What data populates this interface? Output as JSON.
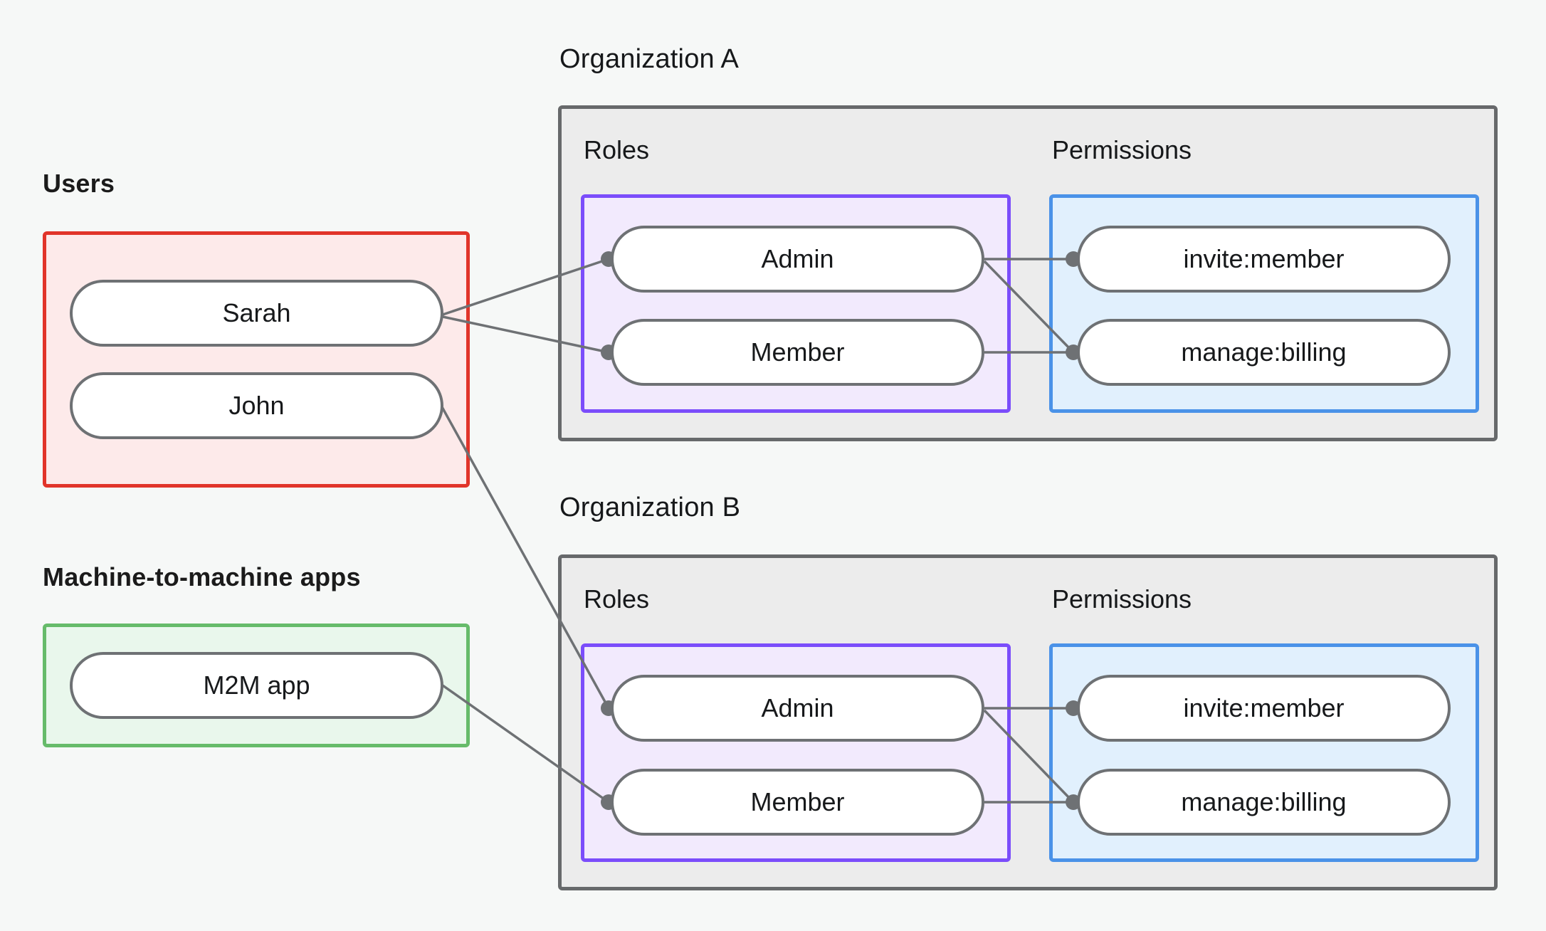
{
  "diagram": {
    "background_color": "#f6f8f7",
    "title_hidden": true
  },
  "colors": {
    "users_border": "#e1342a",
    "users_fill": "#fdeaea",
    "m2m_border": "#66bb6a",
    "m2m_fill": "#e9f7ec",
    "org_border": "#67696b",
    "org_fill": "#ececec",
    "roles_border": "#7b4dfb",
    "roles_fill": "#f2eafd",
    "perms_border": "#4a92e8",
    "perms_fill": "#e1f0fd",
    "node_border": "#6e7174",
    "node_fill": "#ffffff",
    "edge_stroke": "#6e7174",
    "text": "#17191b"
  },
  "left_column": {
    "users": {
      "heading": "Users",
      "nodes": [
        {
          "label": "Sarah"
        },
        {
          "label": "John"
        }
      ]
    },
    "m2m": {
      "heading": "Machine-to-machine apps",
      "nodes": [
        {
          "label": "M2M app"
        }
      ]
    }
  },
  "organizations": [
    {
      "title": "Organization A",
      "roles": {
        "label": "Roles",
        "nodes": [
          {
            "label": "Admin"
          },
          {
            "label": "Member"
          }
        ]
      },
      "permissions": {
        "label": "Permissions",
        "nodes": [
          {
            "label": "invite:member"
          },
          {
            "label": "manage:billing"
          }
        ]
      }
    },
    {
      "title": "Organization B",
      "roles": {
        "label": "Roles",
        "nodes": [
          {
            "label": "Admin"
          },
          {
            "label": "Member"
          }
        ]
      },
      "permissions": {
        "label": "Permissions",
        "nodes": [
          {
            "label": "invite:member"
          },
          {
            "label": "manage:billing"
          }
        ]
      }
    }
  ],
  "edges": [
    {
      "from": "Sarah",
      "to": "Organization A / Admin"
    },
    {
      "from": "Sarah",
      "to": "Organization A / Member"
    },
    {
      "from": "John",
      "to": "Organization B / Admin"
    },
    {
      "from": "M2M app",
      "to": "Organization B / Member"
    },
    {
      "from": "Organization A / Admin",
      "to": "Organization A / invite:member"
    },
    {
      "from": "Organization A / Admin",
      "to": "Organization A / manage:billing"
    },
    {
      "from": "Organization A / Member",
      "to": "Organization A / manage:billing"
    },
    {
      "from": "Organization B / Admin",
      "to": "Organization B / invite:member"
    },
    {
      "from": "Organization B / Admin",
      "to": "Organization B / manage:billing"
    },
    {
      "from": "Organization B / Member",
      "to": "Organization B / manage:billing"
    }
  ]
}
